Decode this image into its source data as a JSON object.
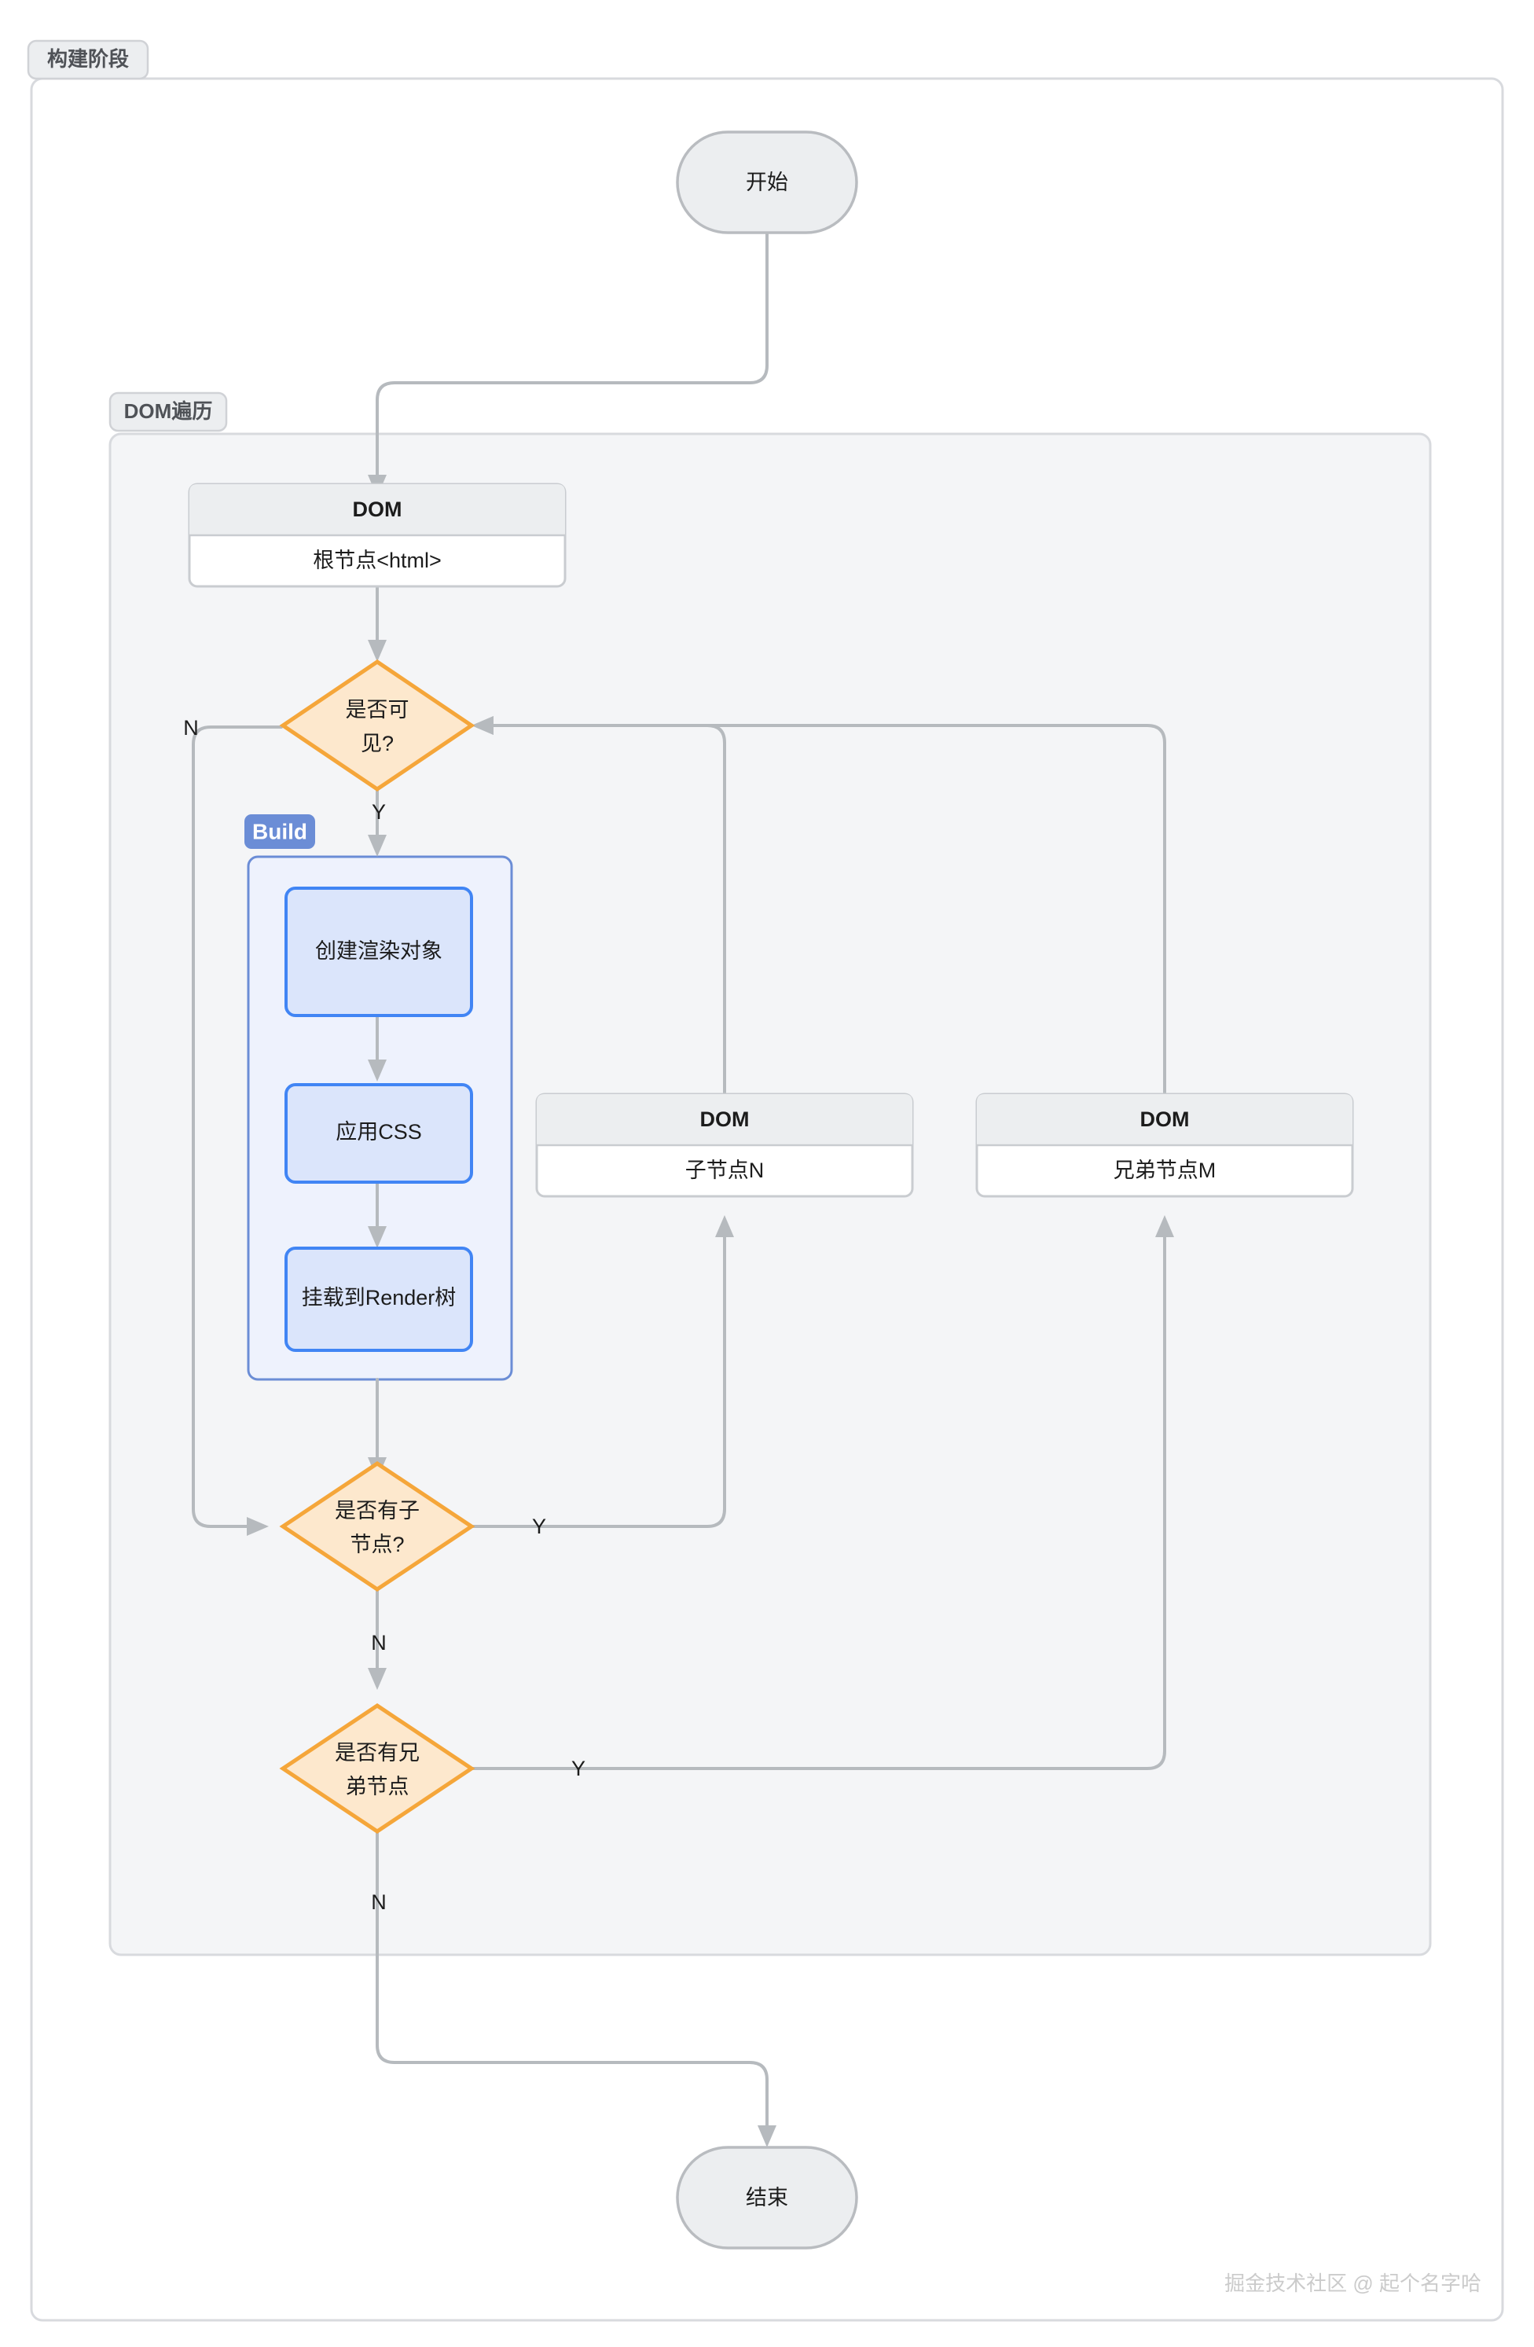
{
  "diagram": {
    "title": "构建阶段",
    "watermark": "掘金技术社区 @ 起个名字哈",
    "clusters": [
      {
        "id": "build_phase",
        "label": "构建阶段"
      },
      {
        "id": "dom_traverse",
        "label": "DOM遍历"
      },
      {
        "id": "build",
        "label": "Build"
      }
    ],
    "nodes": {
      "start": {
        "label": "开始",
        "shape": "stadium"
      },
      "end": {
        "label": "结束",
        "shape": "stadium"
      },
      "dom_root": {
        "header": "DOM",
        "body": "根节点<html>",
        "shape": "table"
      },
      "dom_child": {
        "header": "DOM",
        "body": "子节点N",
        "shape": "table"
      },
      "dom_sibling": {
        "header": "DOM",
        "body": "兄弟节点M",
        "shape": "table"
      },
      "visible": {
        "line1": "是否可",
        "line2": "见?",
        "shape": "diamond"
      },
      "has_child": {
        "line1": "是否有子",
        "line2": "节点?",
        "shape": "diamond"
      },
      "has_sibling": {
        "line1": "是否有兄",
        "line2": "弟节点",
        "shape": "diamond"
      },
      "create_render_obj": {
        "label": "创建渲染对象",
        "shape": "rect"
      },
      "apply_css": {
        "label": "应用CSS",
        "shape": "rect"
      },
      "mount_render_tree": {
        "label": "挂载到Render树",
        "shape": "rect"
      }
    },
    "edge_labels": {
      "visible_no": "N",
      "visible_yes": "Y",
      "has_child_yes": "Y",
      "has_child_no": "N",
      "has_sibling_yes": "Y",
      "has_sibling_no": "N"
    },
    "colors": {
      "decision_stroke": "#f5a63a",
      "decision_fill": "#fde8cd",
      "process_stroke": "#4185f4",
      "process_fill": "#dbe5fb",
      "build_badge": "#6b8dd6",
      "edge": "#b6babe",
      "cluster_fill": "#f4f5f7",
      "cluster_stroke": "#d8dade",
      "node_fill": "#eceef0",
      "node_stroke": "#b9bcc0",
      "watermark": "#cbcbcb"
    }
  }
}
